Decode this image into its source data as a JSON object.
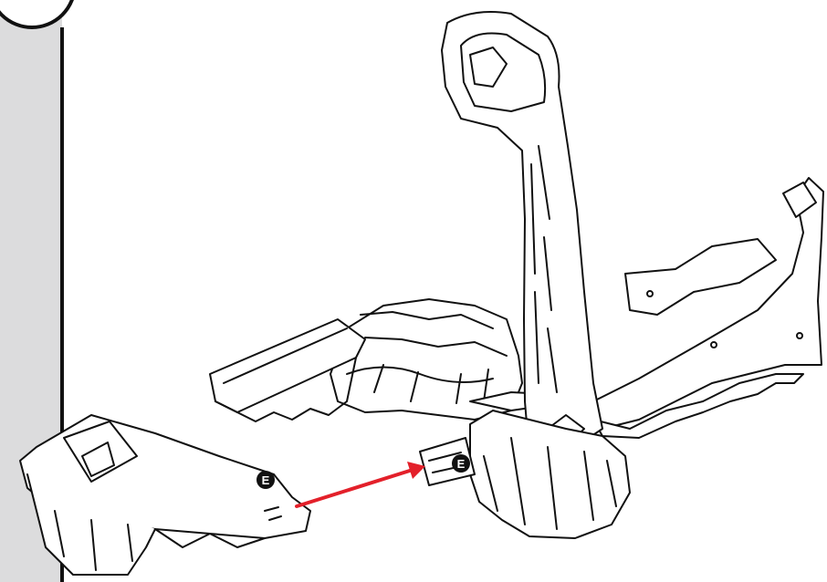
{
  "diagram": {
    "markers": [
      {
        "id": "marker-left",
        "label": "E"
      },
      {
        "id": "marker-right",
        "label": "E"
      }
    ],
    "colors": {
      "line": "#111111",
      "arrow": "#e3202a",
      "panel": "#dcdcdd",
      "marker_fill": "#111111",
      "marker_text": "#ffffff"
    }
  }
}
